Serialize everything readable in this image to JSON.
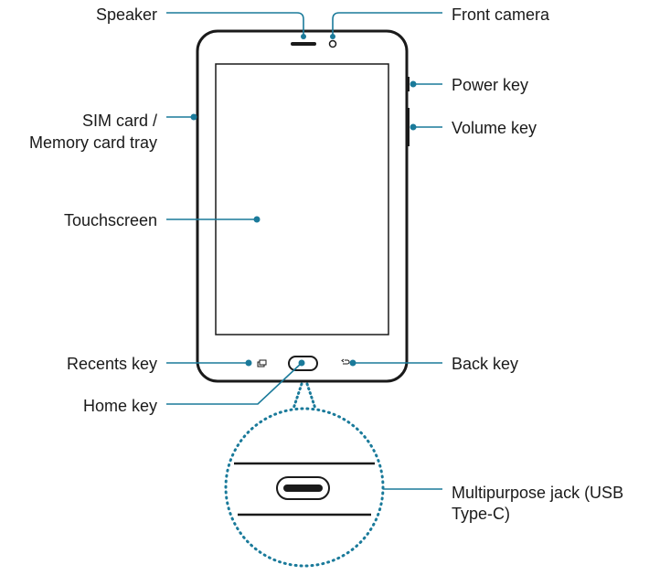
{
  "labels": {
    "speaker": "Speaker",
    "front_camera": "Front camera",
    "power_key": "Power key",
    "volume_key": "Volume key",
    "sim_tray_line1": "SIM card /",
    "sim_tray_line2": "Memory card tray",
    "touchscreen": "Touchscreen",
    "recents_key": "Recents key",
    "back_key": "Back key",
    "home_key": "Home key",
    "jack_line1": "Multipurpose jack (USB",
    "jack_line2": "Type-C)"
  },
  "colors": {
    "callout": "#1a7a9a",
    "device": "#1a1a1a",
    "text": "#1a1a1a"
  }
}
